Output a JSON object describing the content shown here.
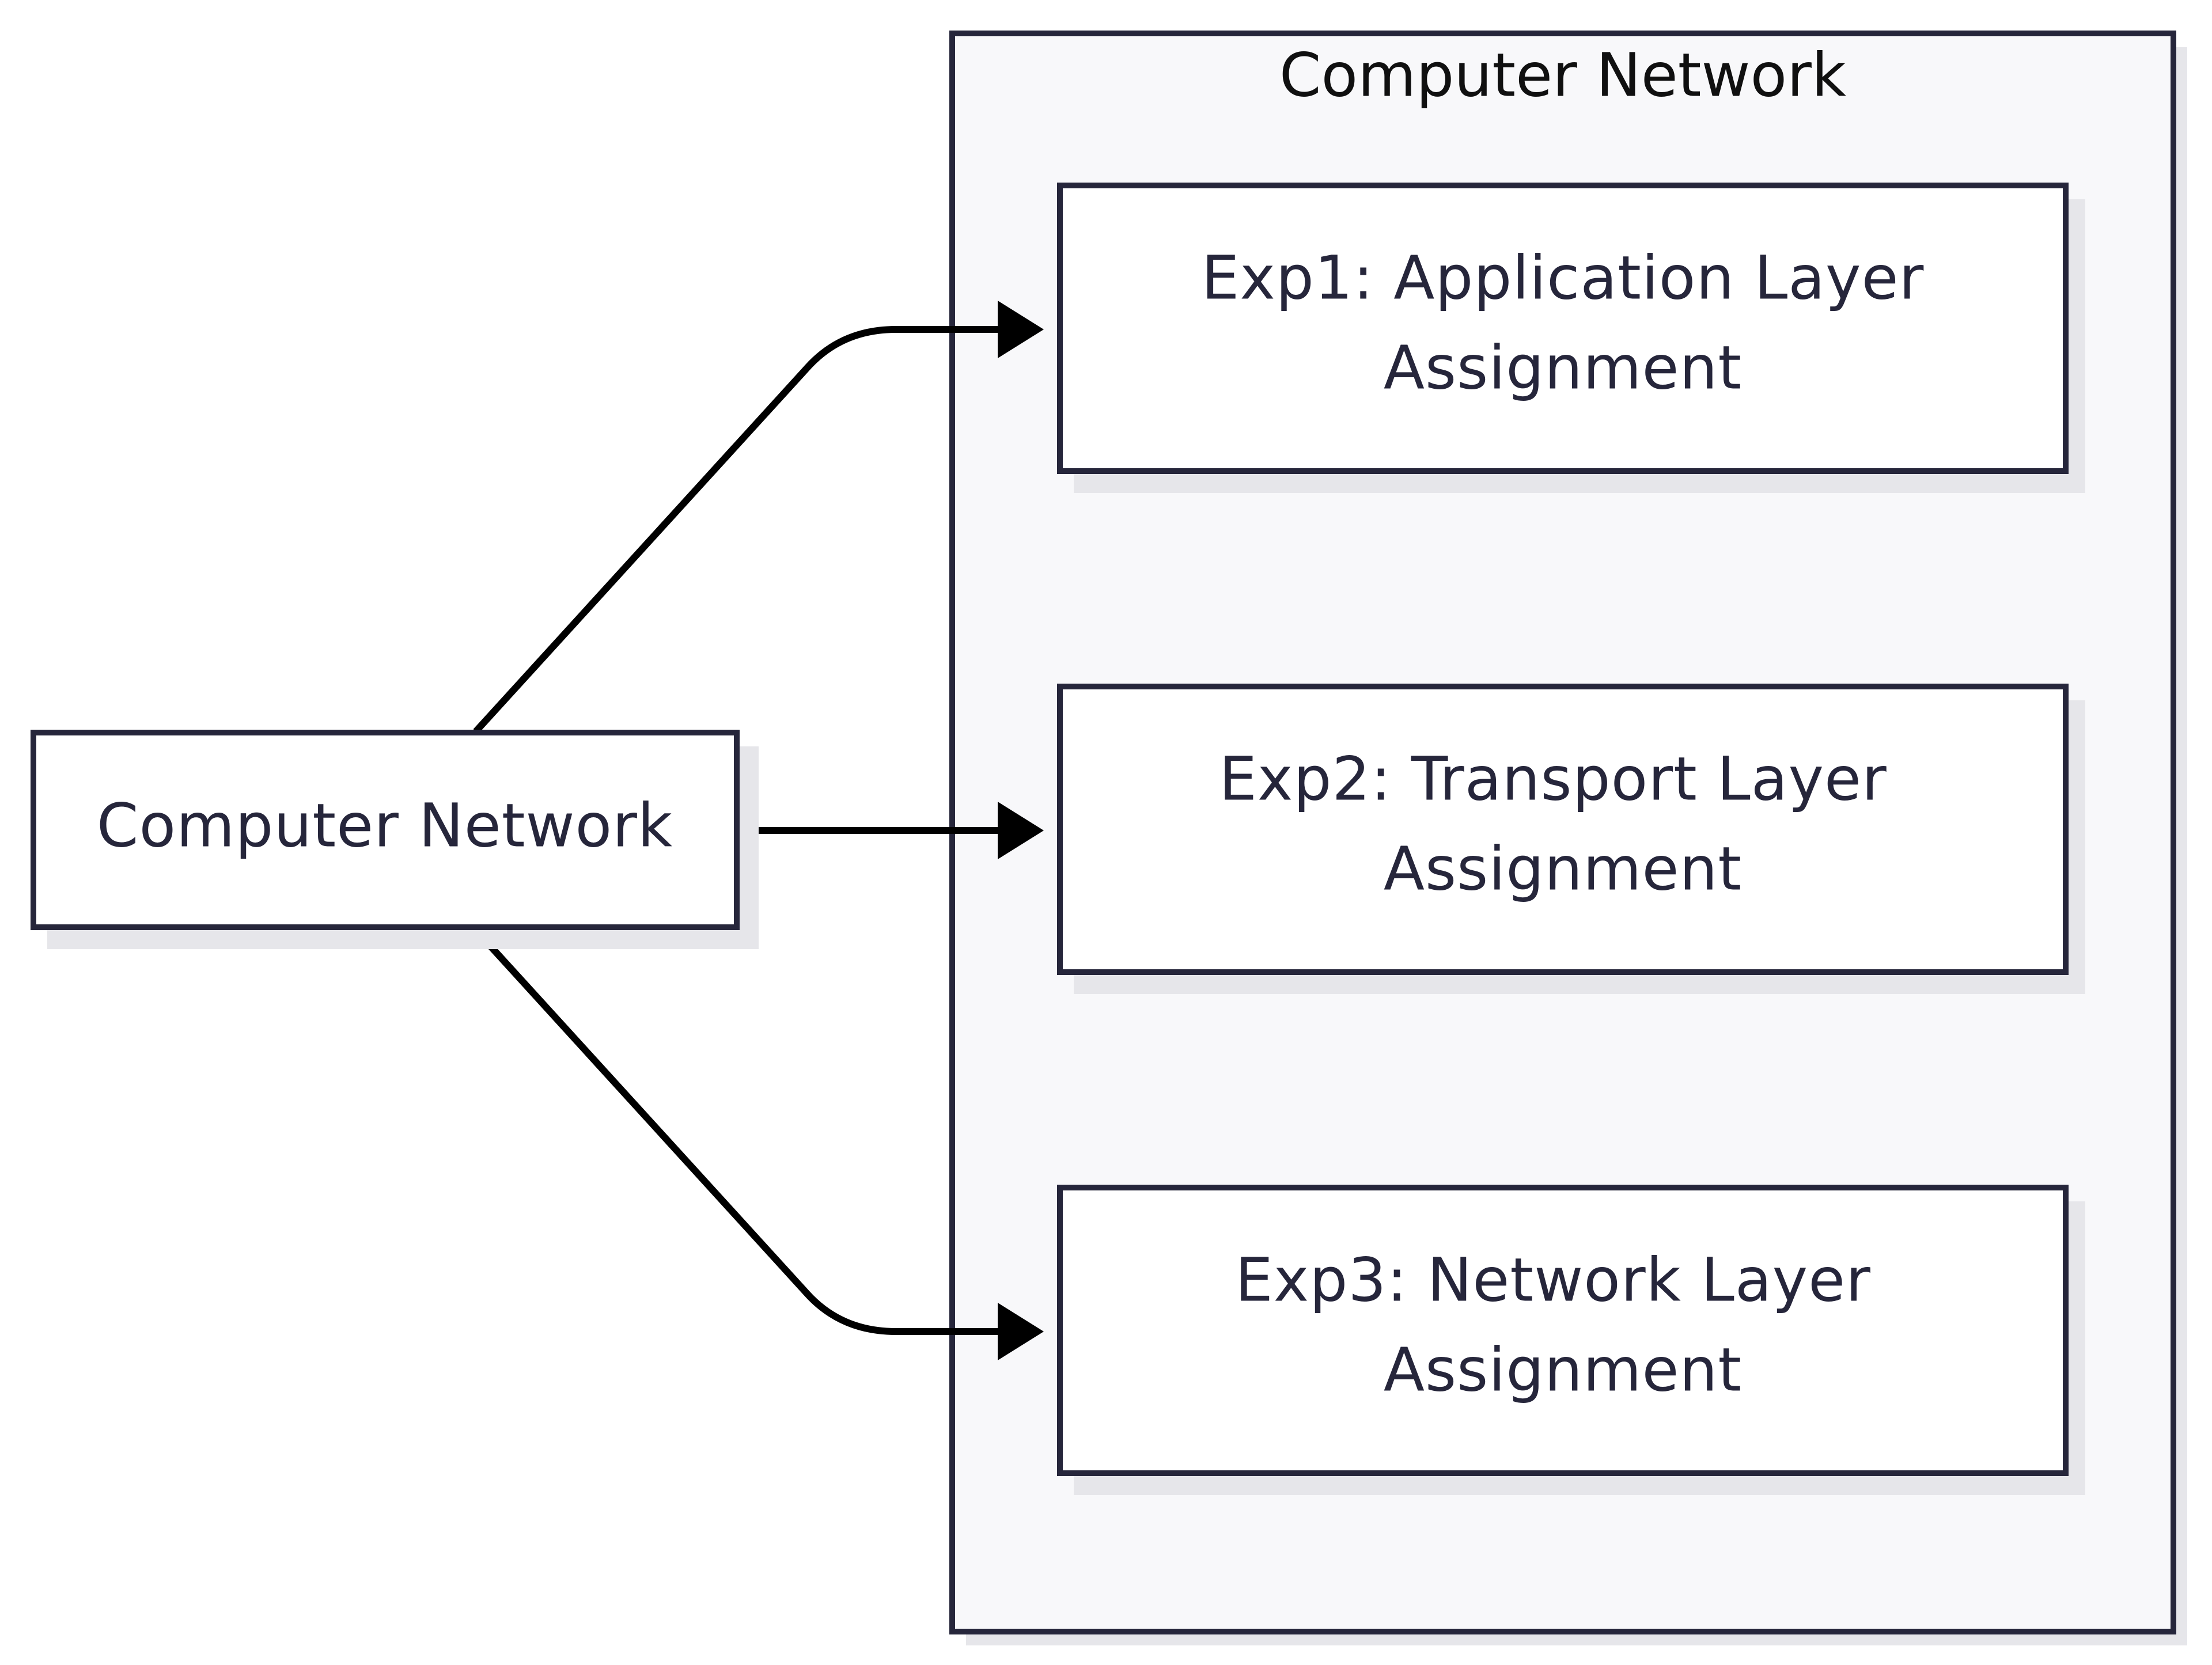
{
  "diagram": {
    "cluster": {
      "title": "Computer Network"
    },
    "source_node": {
      "label": "Computer Network"
    },
    "target_nodes": [
      {
        "line1": "Exp1: Application Layer",
        "line2": "Assignment"
      },
      {
        "line1": "Exp2: Transport Layer",
        "line2": "Assignment"
      },
      {
        "line1": "Exp3: Network Layer",
        "line2": "Assignment"
      }
    ],
    "edges": [
      {
        "from": "Computer Network",
        "to": "Exp1: Application Layer Assignment"
      },
      {
        "from": "Computer Network",
        "to": "Exp2: Transport Layer Assignment"
      },
      {
        "from": "Computer Network",
        "to": "Exp3: Network Layer Assignment"
      }
    ],
    "colors": {
      "stroke": "#26263b",
      "node_fill": "#ffffff",
      "cluster_fill": "#f8f8fa",
      "shadow": "#e6e6ea",
      "edge": "#000000"
    }
  }
}
